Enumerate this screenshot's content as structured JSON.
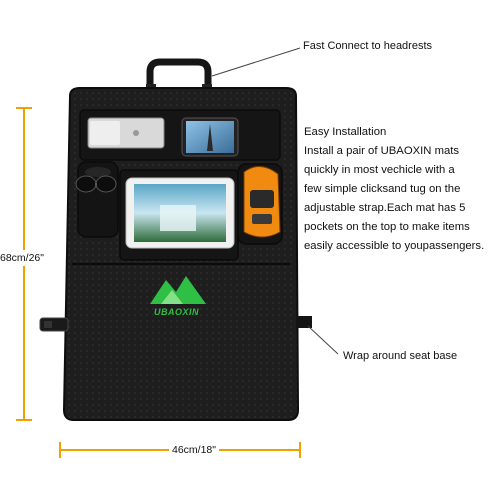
{
  "callouts": {
    "headrest": "Fast Connect to headrests",
    "seat_base": "Wrap around seat base"
  },
  "description": {
    "title": "Easy Installation",
    "lines": [
      "Install a pair of UBAOXIN mats",
      " quickly in most vechicle with a",
      "few simple clicksand tug on the",
      "adjustable strap.Each mat has 5",
      "pockets on the top to make items",
      "easily accessible to youpassengers."
    ]
  },
  "dimensions": {
    "height": "68cm/26\"",
    "width": "46cm/18\""
  },
  "brand": {
    "logo_text": "UBAOXIN"
  },
  "colors": {
    "dimension_lines": "#f0a000",
    "mat": "#1c1c1c",
    "logo_green": "#2fbf45"
  }
}
